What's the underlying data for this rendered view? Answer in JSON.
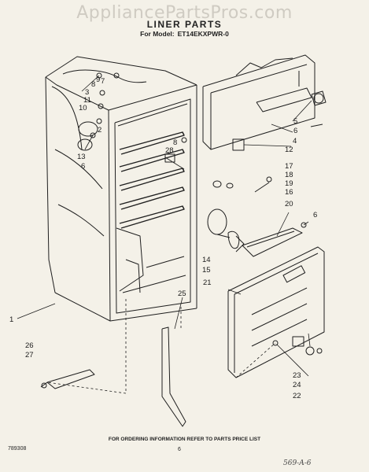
{
  "watermark": "AppliancePartsPros.com",
  "title": "LINER PARTS",
  "model_label": "For Model:",
  "model_number": "ET14EKXPWR-0",
  "footer_note": "FOR ORDERING INFORMATION REFER TO PARTS PRICE LIST",
  "diagram_code": "789308",
  "page_number": "6",
  "handwritten_note": "569-A-6",
  "callouts": [
    {
      "id": "c1",
      "label": "1"
    },
    {
      "id": "c2",
      "label": "2"
    },
    {
      "id": "c3",
      "label": "3"
    },
    {
      "id": "c4",
      "label": "4"
    },
    {
      "id": "c5",
      "label": "5"
    },
    {
      "id": "c6a",
      "label": "6"
    },
    {
      "id": "c6b",
      "label": "6"
    },
    {
      "id": "c6c",
      "label": "6"
    },
    {
      "id": "c7",
      "label": "7"
    },
    {
      "id": "c8a",
      "label": "8"
    },
    {
      "id": "c8b",
      "label": "8"
    },
    {
      "id": "c9",
      "label": "9"
    },
    {
      "id": "c10",
      "label": "10"
    },
    {
      "id": "c11",
      "label": "11"
    },
    {
      "id": "c12",
      "label": "12"
    },
    {
      "id": "c13",
      "label": "13"
    },
    {
      "id": "c14",
      "label": "14"
    },
    {
      "id": "c15",
      "label": "15"
    },
    {
      "id": "c16",
      "label": "16"
    },
    {
      "id": "c17",
      "label": "17"
    },
    {
      "id": "c18",
      "label": "18"
    },
    {
      "id": "c19",
      "label": "19"
    },
    {
      "id": "c20",
      "label": "20"
    },
    {
      "id": "c21",
      "label": "21"
    },
    {
      "id": "c22",
      "label": "22"
    },
    {
      "id": "c23",
      "label": "23"
    },
    {
      "id": "c24",
      "label": "24"
    },
    {
      "id": "c25",
      "label": "25"
    },
    {
      "id": "c26",
      "label": "26"
    },
    {
      "id": "c27",
      "label": "27"
    },
    {
      "id": "c28",
      "label": "28"
    }
  ]
}
